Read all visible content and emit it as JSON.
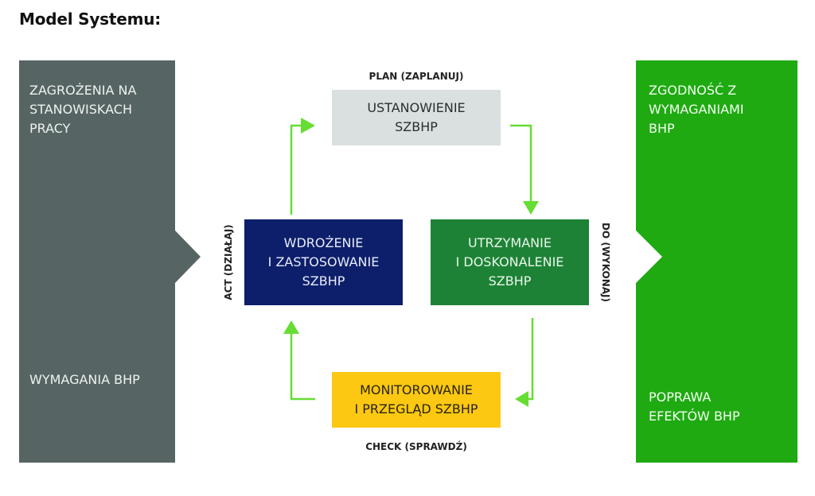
{
  "title": "Model Systemu:",
  "colors": {
    "input_panel": "#566563",
    "output_panel": "#1faa12",
    "plan": "#d9e0df",
    "act": "#0d1f6b",
    "do": "#1e8236",
    "check": "#fcc812",
    "arrow": "#66dd33"
  },
  "inputs": {
    "top": "ZAGROŻENIA NA\nSTANOWISKACH\nPRACY",
    "bottom": "WYMAGANIA BHP"
  },
  "outputs": {
    "top": "ZGODNOŚĆ Z\nWYMAGANIAMI\nBHP",
    "bottom": "POPRAWA\nEFEKTÓW BHP"
  },
  "cycle": {
    "plan": {
      "phase": "PLAN (ZAPLANUJ)",
      "text": "USTANOWIENIE\nSZBHP"
    },
    "do": {
      "phase": "DO (WYKONAJ)",
      "text": "UTRZYMANIE\nI DOSKONALENIE\nSZBHP"
    },
    "check": {
      "phase": "CHECK (SPRAWDŹ)",
      "text": "MONITOROWANIE\nI PRZEGLĄD SZBHP"
    },
    "act": {
      "phase": "ACT (DZIAŁAJ)",
      "text": "WDROŻENIE\nI ZASTOSOWANIE\nSZBHP"
    }
  },
  "flow": [
    {
      "from": "plan",
      "to": "do"
    },
    {
      "from": "do",
      "to": "check"
    },
    {
      "from": "check",
      "to": "act"
    },
    {
      "from": "act",
      "to": "plan"
    }
  ]
}
